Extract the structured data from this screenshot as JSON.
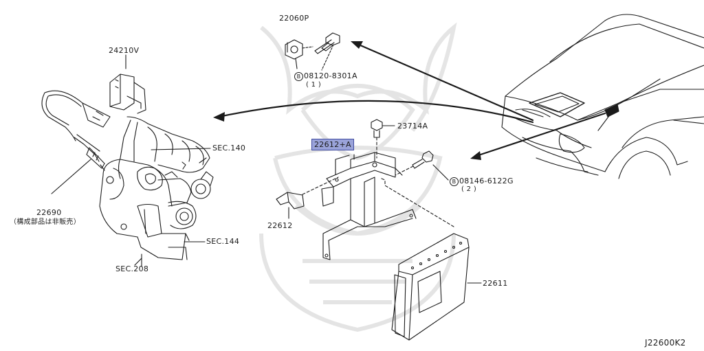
{
  "parts": {
    "p22060p": "22060P",
    "p24210v": "24210V",
    "p23714a": "23714A",
    "p22612a": "22612+A",
    "p22612": "22612",
    "p22690": "22690",
    "p22690_note": "（構成部品は非販売）",
    "p22611": "22611"
  },
  "bolts": {
    "b1_circle": "B",
    "b1_number": "08120-8301A",
    "b1_qty": "( 1 )",
    "b2_circle": "B",
    "b2_number": "08146-6122G",
    "b2_qty": "( 2 )"
  },
  "sections": {
    "s140": "SEC.140",
    "s144": "SEC.144",
    "s208": "SEC.208"
  },
  "diagram_code": "J22600K2",
  "colors": {
    "line": "#1a1a1a",
    "highlight_fill": "#9aa3d9",
    "highlight_border": "#3f4aa0",
    "watermark": "#d9d9d9"
  }
}
